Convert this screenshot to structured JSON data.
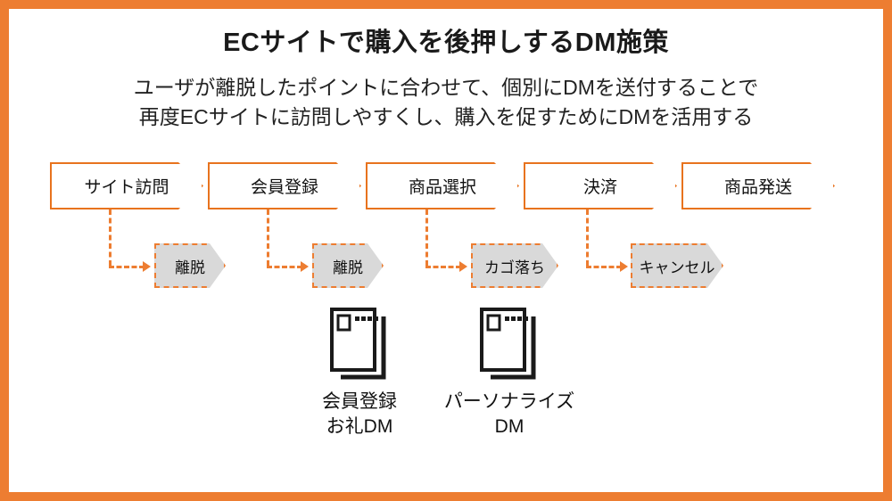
{
  "slide": {
    "border_color": "#ED7D31",
    "background": "#ffffff",
    "title": "ECサイトで購入を後押しするDM施策",
    "subtitle_line1": "ユーザが離脱したポイントに合わせて、個別にDMを送付することで",
    "subtitle_line2": "再度ECサイトに訪問しやすくし、購入を促すためにDMを活用する"
  },
  "flow": {
    "accent_color": "#E8731E",
    "drop_fill_color": "#D9D9D9",
    "stages": [
      {
        "label": "サイト訪問"
      },
      {
        "label": "会員登録"
      },
      {
        "label": "商品選択"
      },
      {
        "label": "決済"
      },
      {
        "label": "商品発送"
      }
    ],
    "dropoffs": [
      {
        "label": "離脱"
      },
      {
        "label": "離脱"
      },
      {
        "label": "カゴ落ち"
      },
      {
        "label": "キャンセル"
      }
    ]
  },
  "dm_items": [
    {
      "icon": "mail-card-icon",
      "label_line1": "会員登録",
      "label_line2": "お礼DM"
    },
    {
      "icon": "mail-card-icon",
      "label_line1": "パーソナライズ",
      "label_line2": "DM"
    }
  ]
}
